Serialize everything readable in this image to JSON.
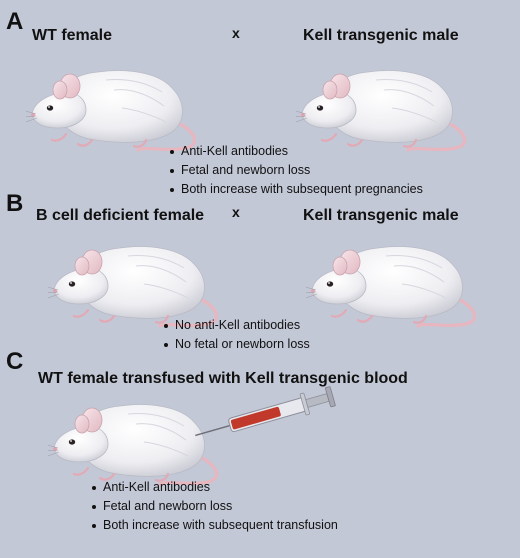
{
  "panels": [
    {
      "letter": "A",
      "left_title": "WT female",
      "cross": "x",
      "right_title": "Kell transgenic male",
      "bullets": [
        "Anti-Kell antibodies",
        "Fetal and newborn loss",
        "Both increase with subsequent pregnancies"
      ]
    },
    {
      "letter": "B",
      "left_title": "B cell deficient female",
      "cross": "x",
      "right_title": "Kell transgenic male",
      "bullets": [
        "No anti-Kell antibodies",
        "No fetal or newborn loss"
      ]
    },
    {
      "letter": "C",
      "title": "WT female transfused with Kell transgenic blood",
      "bullets": [
        "Anti-Kell antibodies",
        "Fetal and newborn loss",
        "Both increase with subsequent transfusion"
      ]
    }
  ],
  "colors": {
    "background": "#c3c8d6",
    "mouse_body": "#f4f4f6",
    "mouse_shade": "#cfd0d8",
    "tail_pink": "#e9b8c0",
    "blood": "#c0392b"
  },
  "icons": [
    "mouse-illustration",
    "syringe-icon"
  ]
}
